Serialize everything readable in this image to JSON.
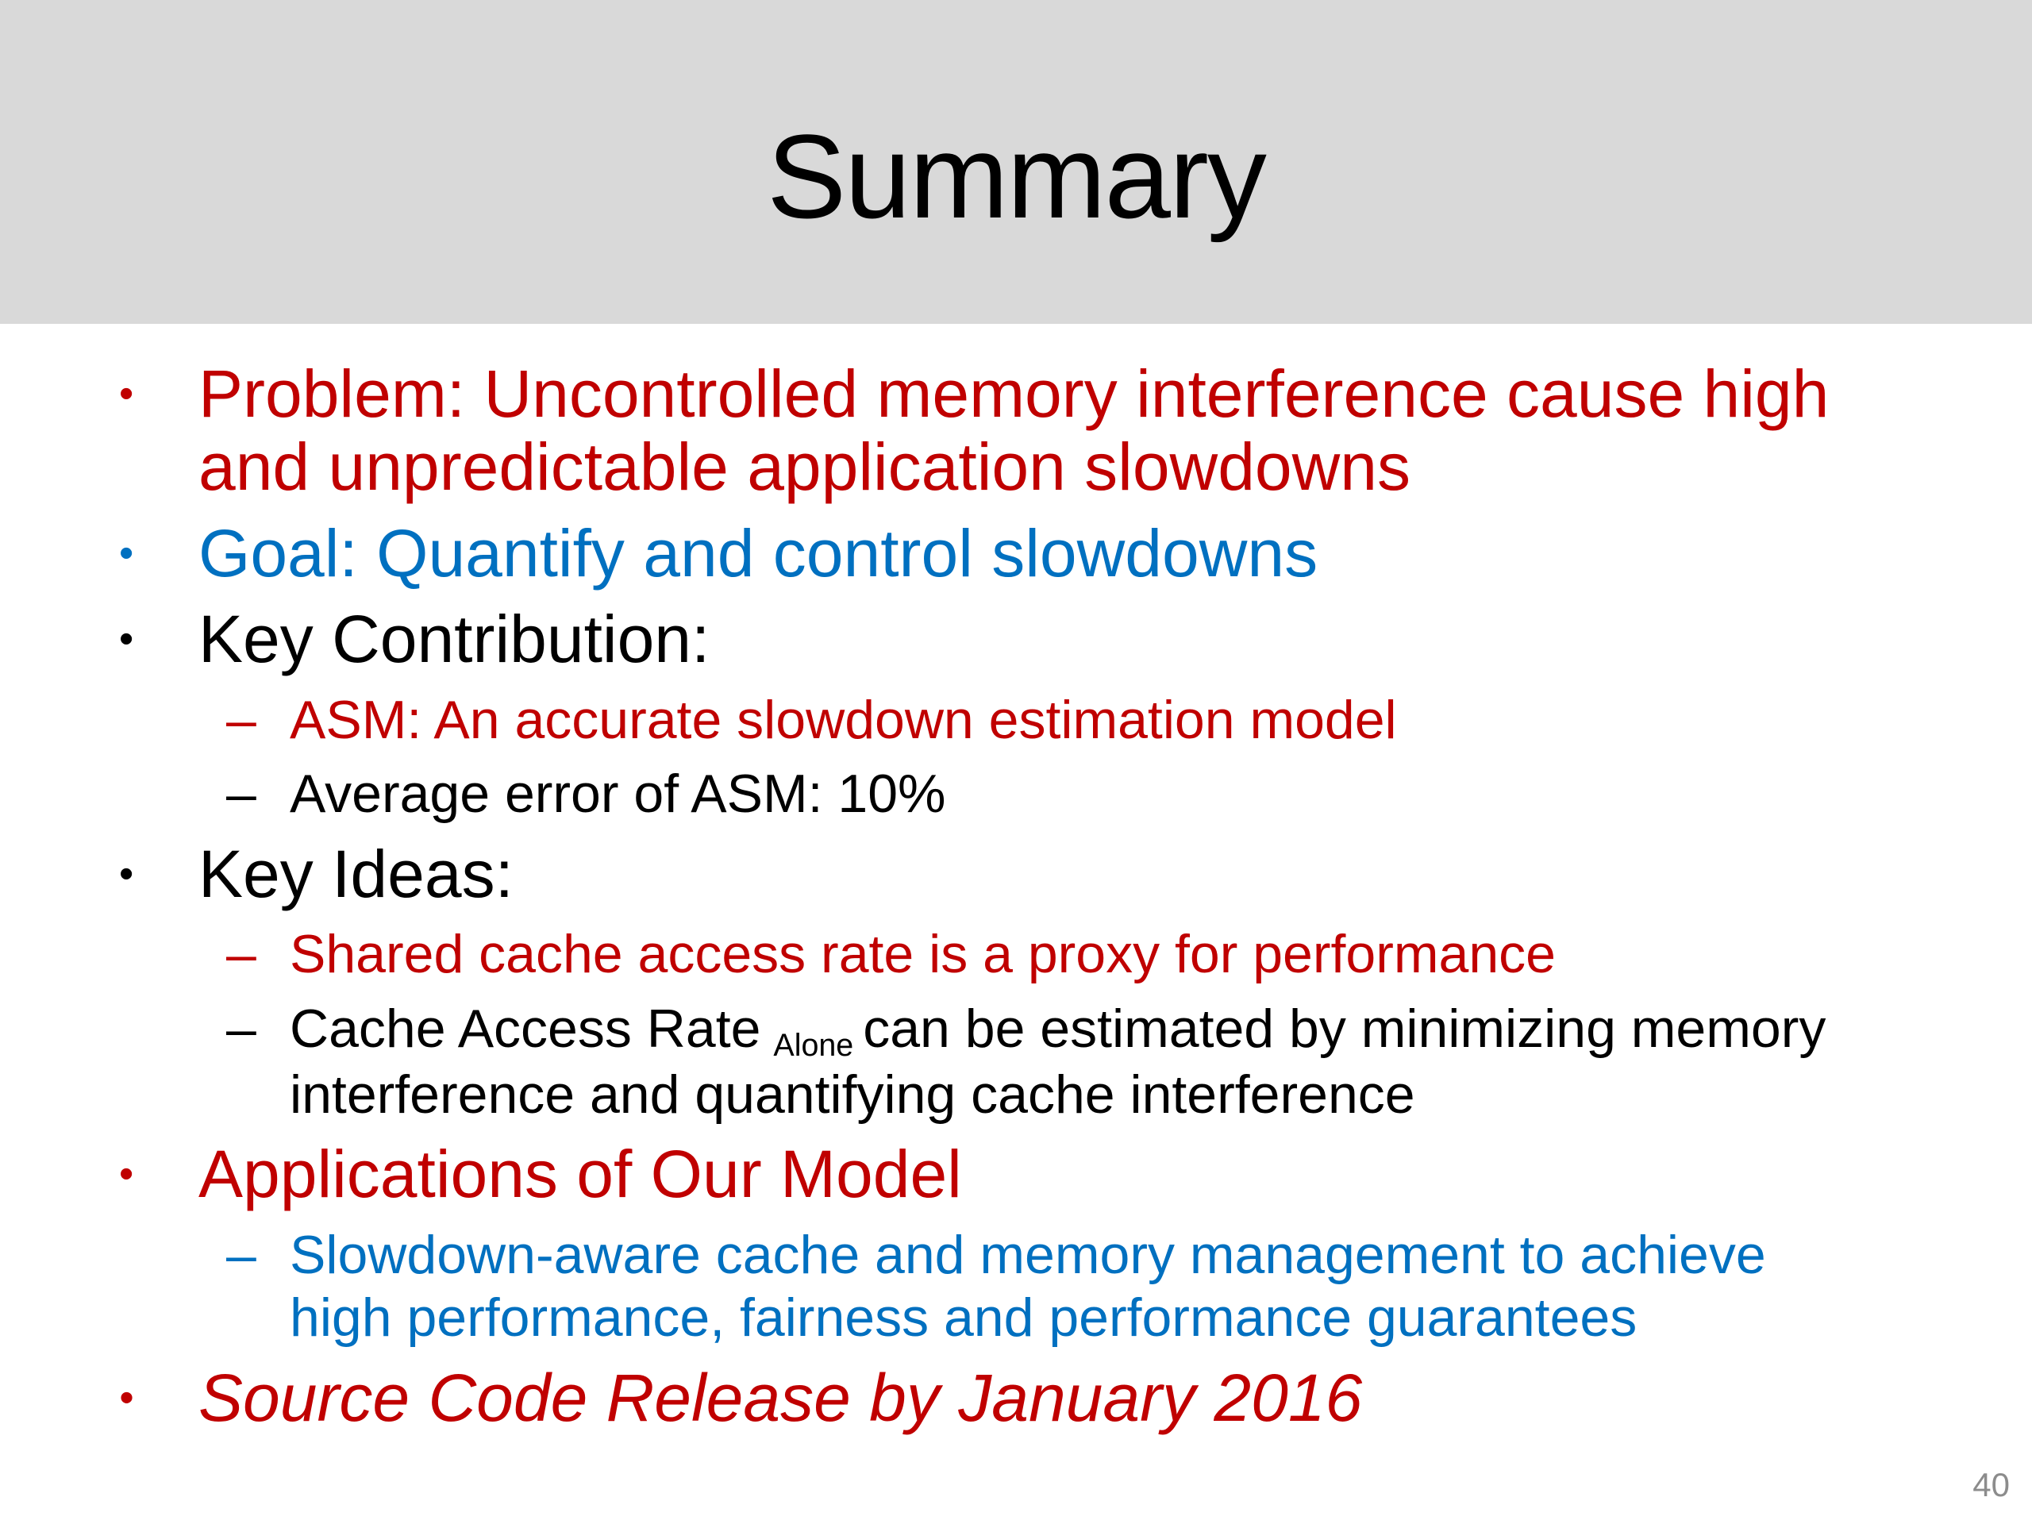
{
  "slide": {
    "title": "Summary",
    "page_number": "40"
  },
  "colors": {
    "header_background": "#D9D9D9",
    "body_background": "#FFFFFF",
    "red": "#C00000",
    "blue": "#0070C0",
    "black": "#000000",
    "page_number_gray": "#8C8C8C"
  },
  "markers": {
    "level1": "•",
    "level2": "–"
  },
  "bullets": [
    {
      "level": 1,
      "color": "red",
      "lines": [
        "Problem: Uncontrolled memory interference cause high",
        "and unpredictable application slowdowns"
      ]
    },
    {
      "level": 1,
      "color": "blue",
      "lines": [
        "Goal: Quantify and control slowdowns"
      ]
    },
    {
      "level": 1,
      "color": "black",
      "lines": [
        "Key Contribution:"
      ]
    },
    {
      "level": 2,
      "color": "red",
      "lines": [
        "ASM: An accurate slowdown estimation model"
      ]
    },
    {
      "level": 2,
      "color": "black",
      "lines": [
        "Average error of ASM: 10%"
      ]
    },
    {
      "level": 1,
      "color": "black",
      "lines": [
        "Key Ideas:"
      ]
    },
    {
      "level": 2,
      "color": "red",
      "lines": [
        "Shared cache access rate is a proxy for performance"
      ]
    },
    {
      "level": 2,
      "color": "black",
      "line1": {
        "prefix": "Cache Access Rate",
        "subscript": "Alone",
        "suffix": "can be estimated by minimizing memory"
      },
      "line2": "interference and quantifying cache interference"
    },
    {
      "level": 1,
      "color": "red",
      "lines": [
        "Applications of Our Model"
      ]
    },
    {
      "level": 2,
      "color": "blue",
      "lines": [
        "Slowdown-aware cache and memory management to achieve",
        "high performance, fairness and performance guarantees"
      ]
    },
    {
      "level": 1,
      "color": "red",
      "italic": true,
      "lines": [
        "Source Code Release by January 2016"
      ]
    }
  ]
}
